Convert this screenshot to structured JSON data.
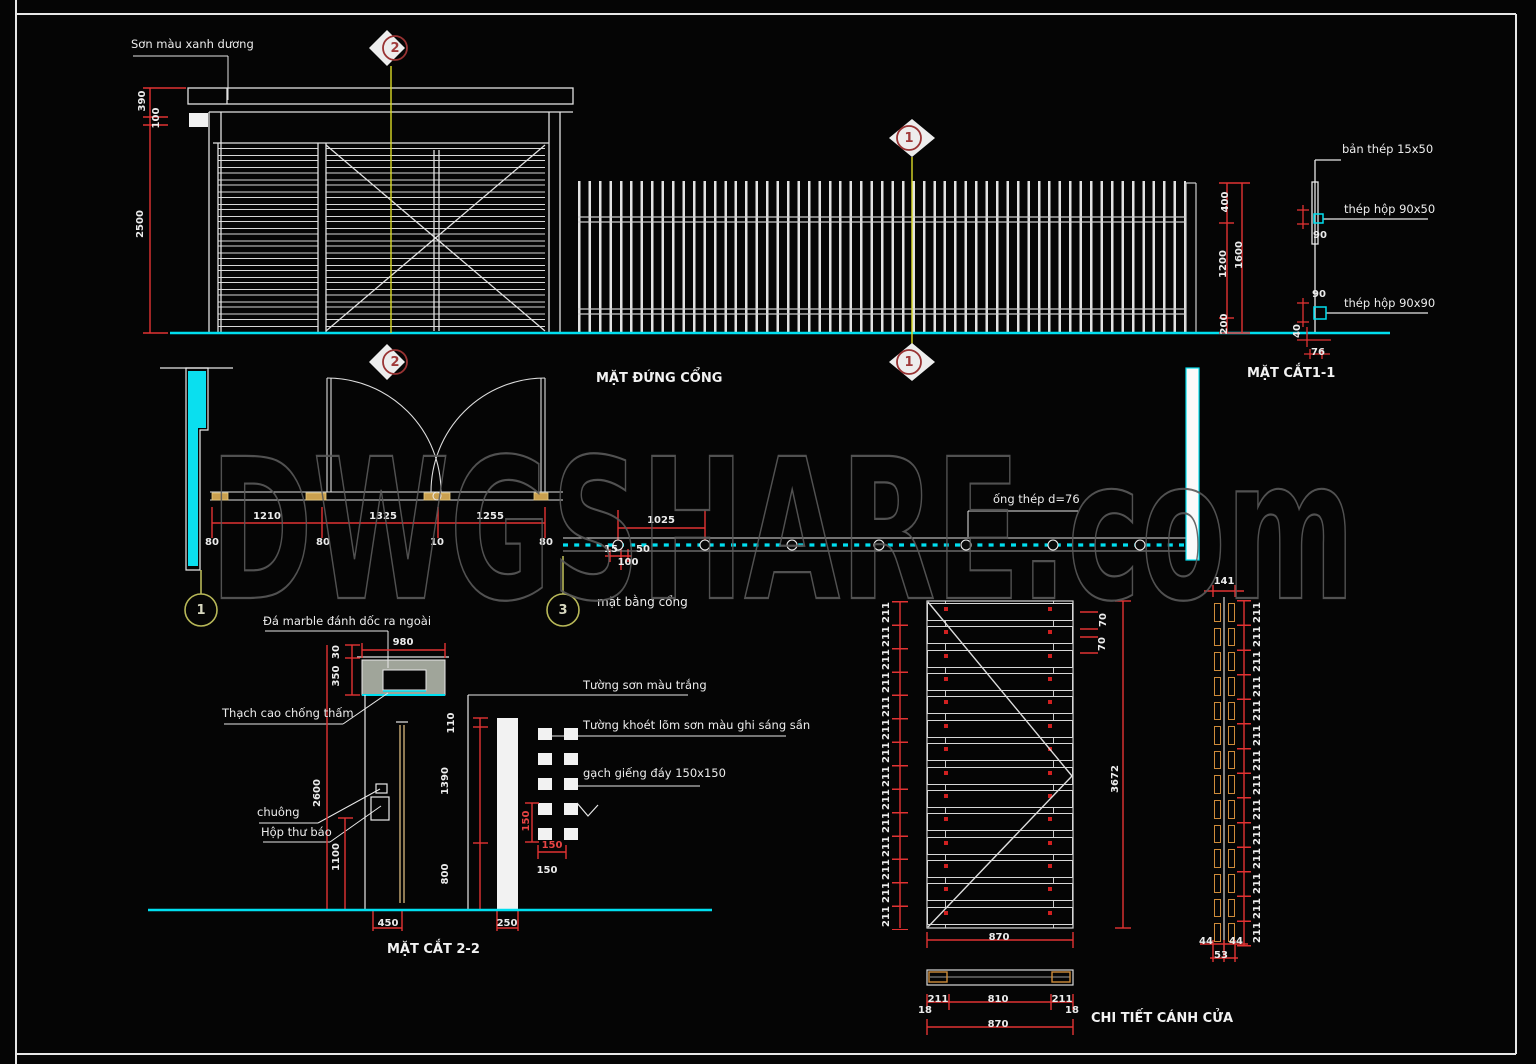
{
  "watermark": "DWGSHARE.com",
  "markers": {
    "m1": "1",
    "m2": "2",
    "m3": "3"
  },
  "elevation": {
    "title": "MẶT ĐỨNG CỔNG",
    "paint_label": "Sơn màu xanh dương",
    "dims": {
      "h390": "390",
      "h100": "100",
      "h2500": "2500",
      "f400": "400",
      "f1200": "1200",
      "f1600": "1600",
      "f200": "200"
    }
  },
  "section11": {
    "title": "MẶT CẮT1-1",
    "labels": {
      "plate": "bản thép 15x50",
      "box5090": "thép hộp 90x50",
      "box9090": "thép hộp 90x90"
    },
    "dims": {
      "d90a": "90",
      "d90b": "90",
      "d40": "40",
      "d76": "76"
    }
  },
  "plan": {
    "title": "mặt bằng cổng",
    "pipe_label": "ống thép d=76",
    "dims": {
      "d1210": "1210",
      "d1325": "1325",
      "d1255": "1255",
      "d1025": "1025",
      "d80a": "80",
      "d80b": "80",
      "d10": "10",
      "d80c": "80",
      "d15": "15",
      "d50": "50",
      "d100": "100"
    }
  },
  "section22": {
    "title": "MẶT CẮT 2-2",
    "labels": {
      "marble": "Đá marble đánh dốc ra ngoài",
      "gypsum": "Thạch cao chống thấm",
      "bell": "chuông",
      "mailbox": "Hộp thư báo",
      "wall_white": "Tường sơn màu trắng",
      "wall_recess": "Tường khoét lõm sơn màu ghi sáng sần",
      "brick": "gạch giếng đáy 150x150"
    },
    "dims": {
      "d980": "980",
      "d30": "30",
      "d350": "350",
      "d2600": "2600",
      "d1100": "1100",
      "d110": "110",
      "d1390": "1390",
      "d800": "800",
      "d150a": "150",
      "d150b": "150",
      "d150c": "150",
      "d450": "450",
      "d250": "250"
    }
  },
  "door_detail": {
    "title": "CHI TIẾT CÁNH CỬA",
    "slat_count": 14,
    "slat_dim": "211",
    "strip_rows": 14,
    "strip_dim": "211",
    "dims": {
      "d70a": "70",
      "d70b": "70",
      "d3672": "3672",
      "d870": "870",
      "s211a": "211",
      "s810": "810",
      "s211b": "211",
      "s18a": "18",
      "s18b": "18",
      "s870": "870",
      "d141": "141",
      "d44a": "44",
      "d44b": "44",
      "d53": "53"
    }
  },
  "colors": {
    "dim_red": "#e23333",
    "ground_cyan": "#00dff0",
    "axis_yellow": "#d9d926",
    "hinge_tan": "#cf8c3a",
    "marker_maroon": "#993333",
    "marker_olive": "#b8b858"
  }
}
